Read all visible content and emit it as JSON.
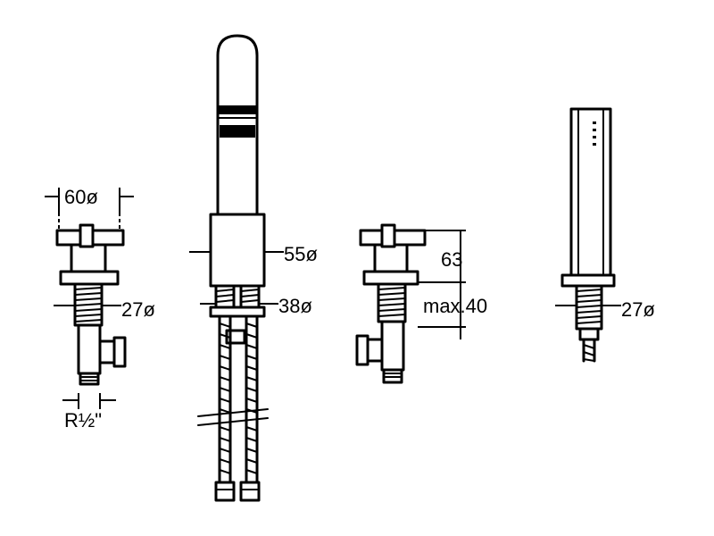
{
  "labels": {
    "handle_diameter": "60ø",
    "spout_diameter": "55ø",
    "thread_diameter_left": "27ø",
    "thread_diameter_center": "38ø",
    "valve_height": "63",
    "max_deck_thickness": "max.40",
    "thread_diameter_right": "27ø",
    "connection_thread": "R½\""
  },
  "colors": {
    "line": "#000000",
    "background": "#ffffff"
  }
}
